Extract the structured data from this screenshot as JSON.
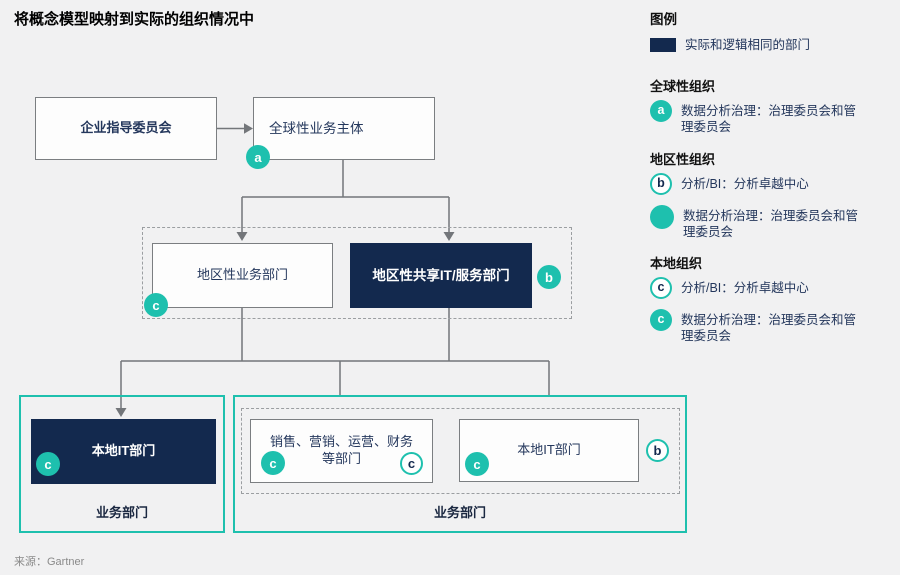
{
  "title": "将概念模型映射到实际的组织情况中",
  "source": "来源：Gartner",
  "colors": {
    "teal": "#1ec0ae",
    "navy": "#13294e"
  },
  "legend": {
    "heading": "图例",
    "same_dept_label": "实际和逻辑相同的部门",
    "groups": [
      {
        "heading": "全球性组织",
        "items": [
          {
            "badge": "a",
            "style": "solid",
            "label": "数据分析治理：治理委员会和管理委员会"
          }
        ]
      },
      {
        "heading": "地区性组织",
        "items": [
          {
            "badge": "b",
            "style": "ring",
            "label": "分析/BI：分析卓越中心"
          },
          {
            "badge": "",
            "style": "dot",
            "label": "数据分析治理：治理委员会和管理委员会"
          }
        ]
      },
      {
        "heading": "本地组织",
        "items": [
          {
            "badge": "c",
            "style": "ring",
            "label": "分析/BI：分析卓越中心"
          },
          {
            "badge": "c",
            "style": "solid",
            "label": "数据分析治理：治理委员会和管理委员会"
          }
        ]
      }
    ]
  },
  "diagram": {
    "steering_committee": "企业指导委员会",
    "global_business_entity": "全球性业务主体",
    "regional_business_dept": "地区性业务部门",
    "regional_shared_it_dept": "地区性共享IT/服务部门",
    "local_it_dept_left": "本地IT部门",
    "functions_dept": "销售、营销、运营、财务等部门",
    "local_it_dept_right": "本地IT部门",
    "business_dept_left": "业务部门",
    "business_dept_right": "业务部门",
    "badge_a": "a",
    "badge_b": "b",
    "badge_c": "c"
  }
}
